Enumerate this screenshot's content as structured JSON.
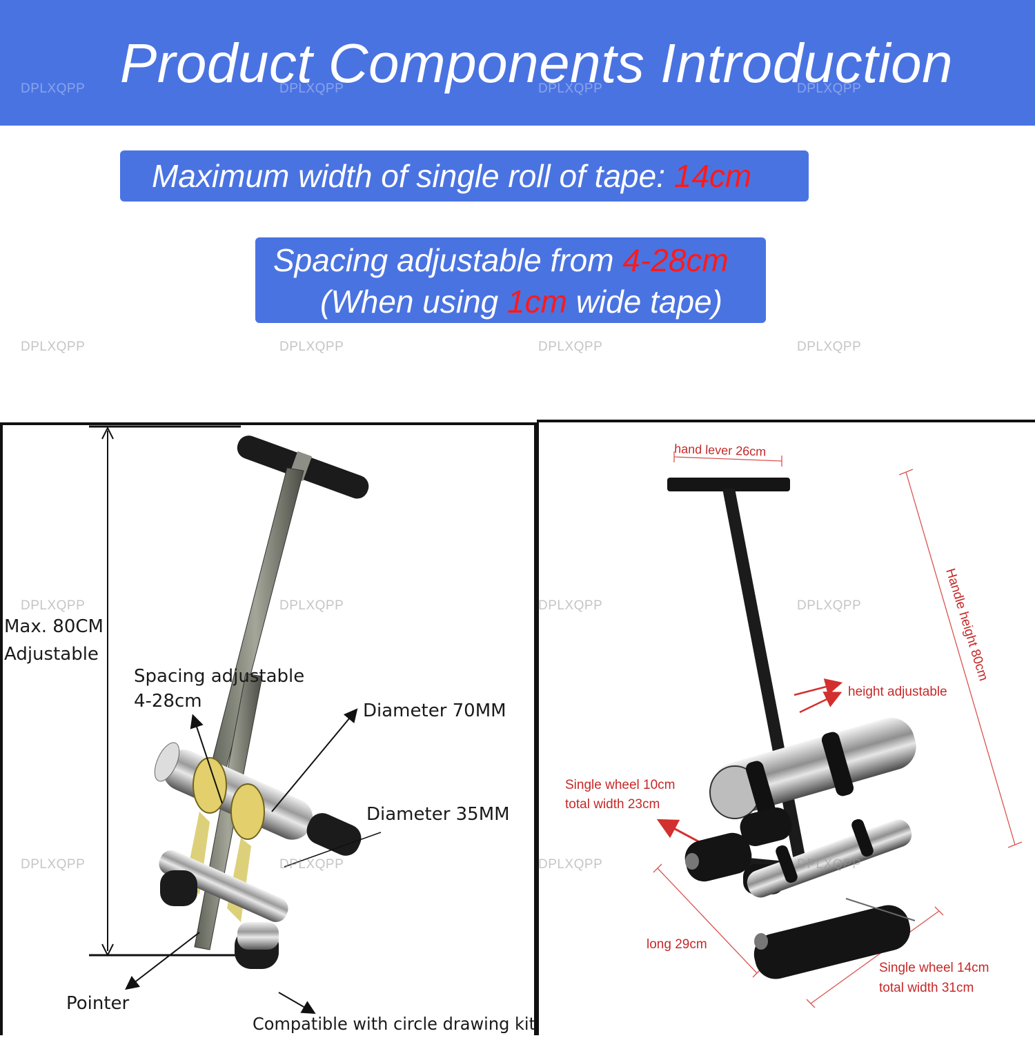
{
  "banner": {
    "title": "Product Components Introduction"
  },
  "watermark": "DPLXQPP",
  "info": {
    "tape_width_prefix": "Maximum width of single roll of tape: ",
    "tape_width_value": "14cm",
    "spacing_prefix": "Spacing adjustable from ",
    "spacing_value": "4-28cm",
    "spacing_note_prefix": "(When using ",
    "spacing_note_value": "1cm",
    "spacing_note_suffix": " wide tape)"
  },
  "left_panel": {
    "height_l1": "Max. 80CM",
    "height_l2": "Adjustable",
    "spacing_l1": "Spacing adjustable",
    "spacing_l2": "4-28cm",
    "diameter_large": "Diameter 70MM",
    "diameter_small": "Diameter 35MM",
    "pointer": "Pointer",
    "circle_kit": "Compatible with circle drawing kit"
  },
  "right_panel": {
    "hand_lever": "hand lever  26cm",
    "handle_height": "Handle height 80cm",
    "height_adjustable": "height adjustable",
    "single_wheel_10_l1": "Single wheel 10cm",
    "single_wheel_10_l2": "total width 23cm",
    "long": "long  29cm",
    "single_wheel_14_l1": "Single wheel 14cm",
    "single_wheel_14_l2": "total width 31cm"
  },
  "colors": {
    "banner": "#4a73e2",
    "accent_red": "#ff1a1a",
    "annotation_red": "#c62828"
  }
}
